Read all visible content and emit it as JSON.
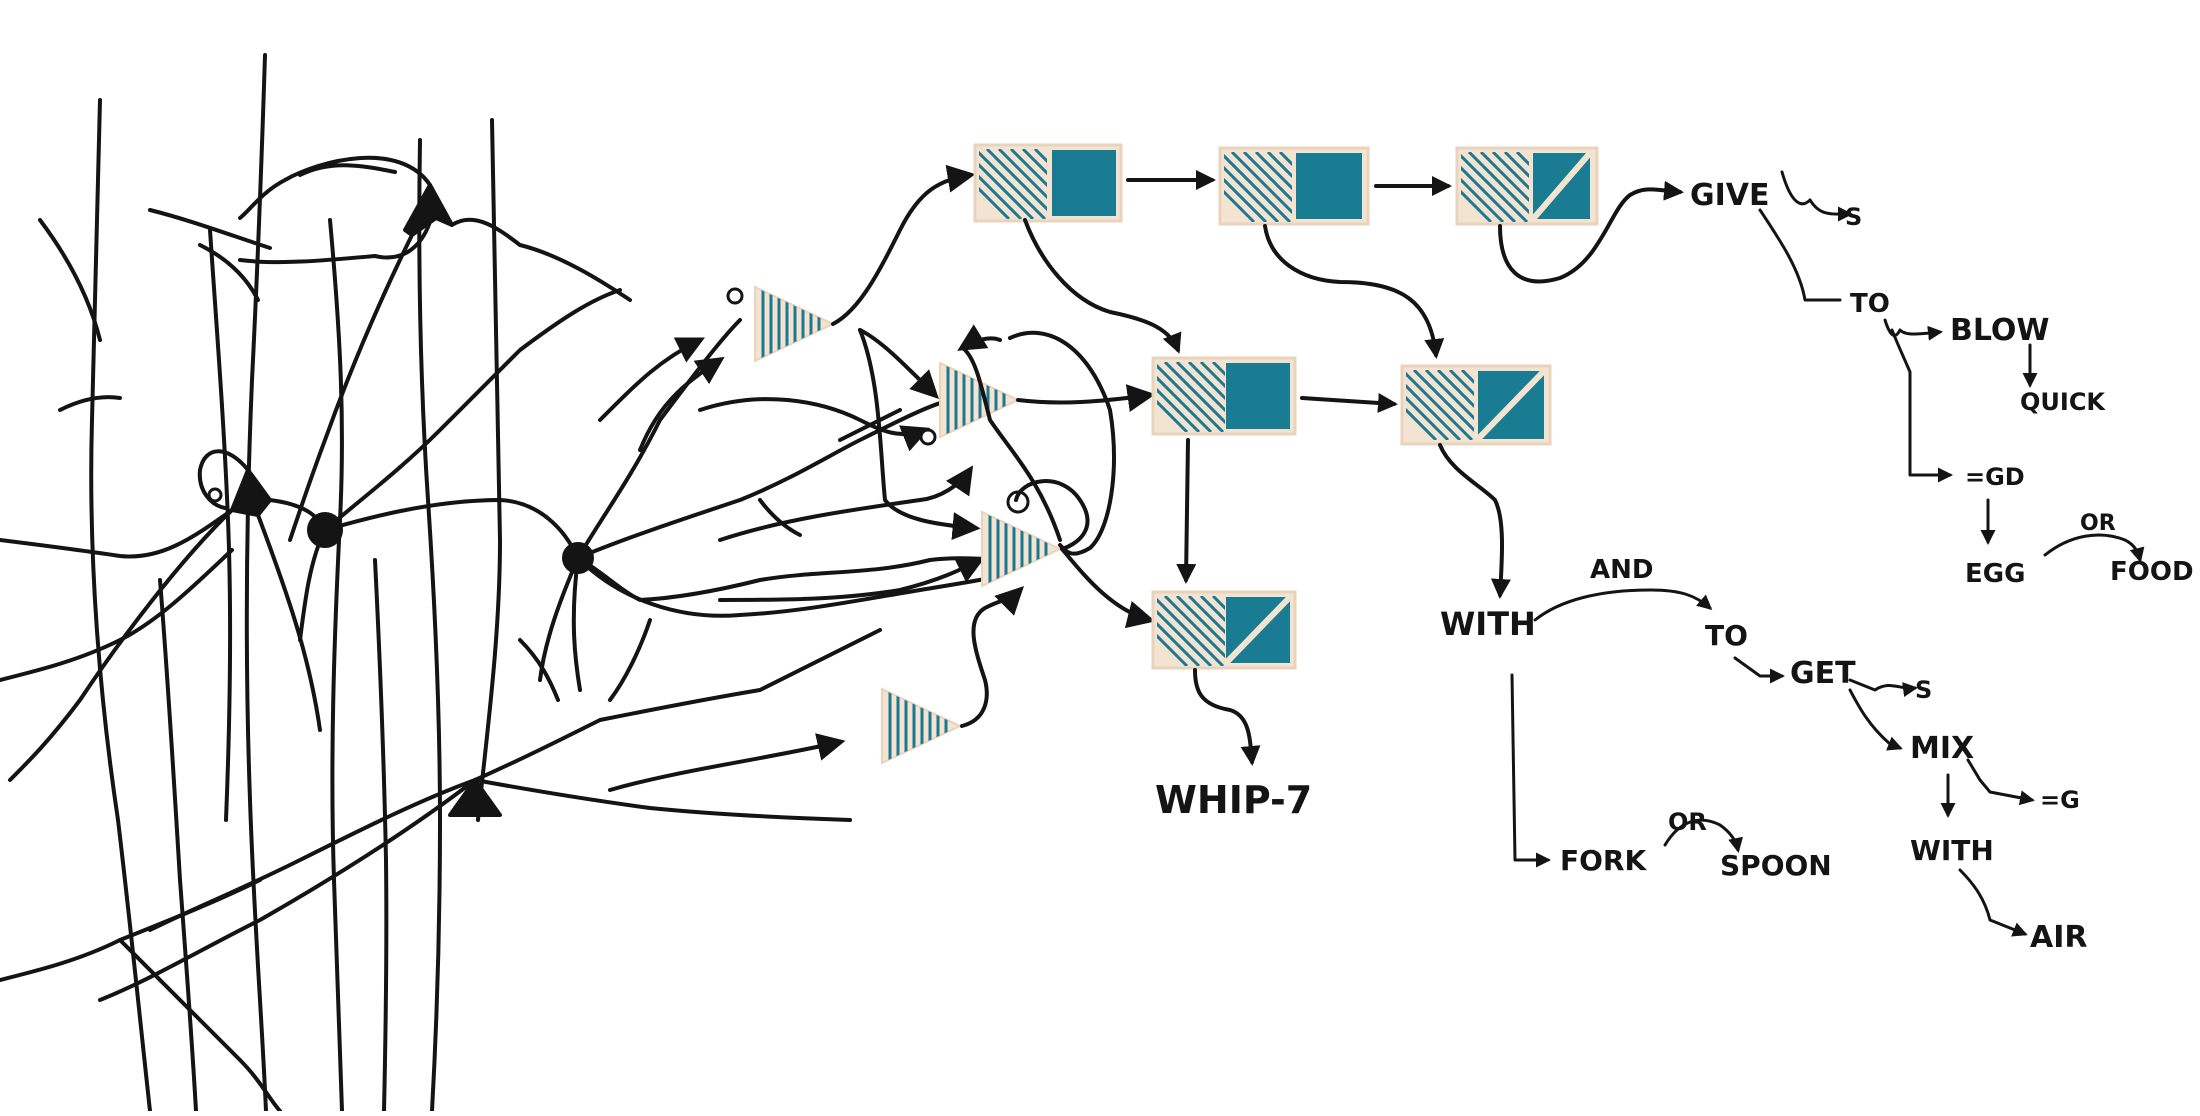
{
  "diagram": {
    "colors": {
      "ink": "#141414",
      "accent_teal": "#1a7c93",
      "node_fill": "#f3e4d2",
      "background": "#ffffff"
    },
    "labels": {
      "whip": "WHIP-7",
      "give": "GIVE",
      "give_s": "S",
      "to1": "TO",
      "blow": "BLOW",
      "quick": "QUICK",
      "egd": "=GD",
      "egg": "EGG",
      "or1": "OR",
      "food": "FOOD",
      "with1": "WITH",
      "and": "AND",
      "to2": "TO",
      "get": "GET",
      "get_s": "S",
      "mix": "MIX",
      "eq_g": "=G",
      "with2": "WITH",
      "air": "AIR",
      "fork": "FORK",
      "or2": "OR",
      "spoon": "SPOON"
    }
  }
}
